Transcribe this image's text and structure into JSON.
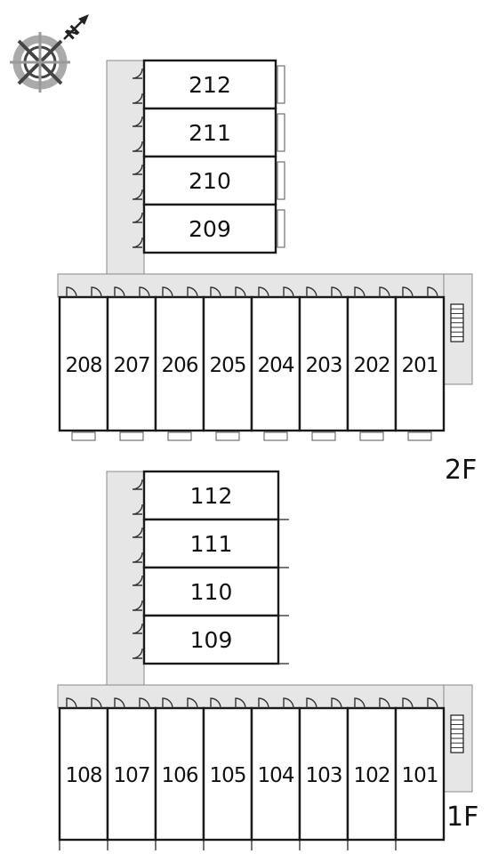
{
  "compass": {
    "letter": "N",
    "icon": "compass-rose-icon"
  },
  "floors": [
    {
      "label": "2F",
      "wing_units": [
        "212",
        "211",
        "210",
        "209"
      ],
      "row_units": [
        "208",
        "207",
        "206",
        "205",
        "204",
        "203",
        "202",
        "201"
      ]
    },
    {
      "label": "1F",
      "wing_units": [
        "112",
        "111",
        "110",
        "109"
      ],
      "row_units": [
        "108",
        "107",
        "106",
        "105",
        "104",
        "103",
        "102",
        "101"
      ]
    }
  ],
  "colors": {
    "corridor": "#e6e6e6",
    "wall": "#1a1a1a",
    "door": "#333333"
  }
}
